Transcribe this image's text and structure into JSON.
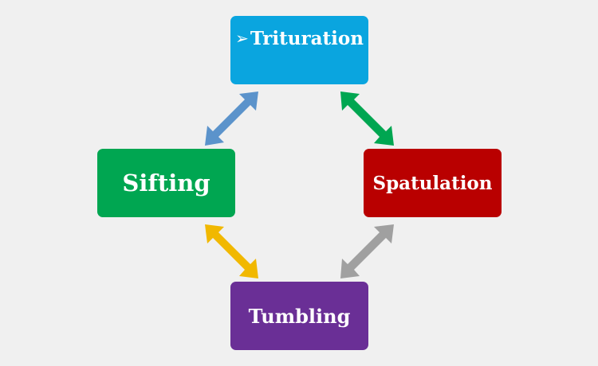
{
  "nodes": {
    "trituration": {
      "label": "Trituration",
      "bullet": "➢"
    },
    "sifting": {
      "label": "Sifting"
    },
    "spatulation": {
      "label": "Spatulation"
    },
    "tumbling": {
      "label": "Tumbling"
    }
  },
  "colors": {
    "trituration": "#0aa5df",
    "sifting": "#00a651",
    "spatulation": "#b90000",
    "tumbling": "#6a2f96",
    "arrow_trituration_sifting": "#5b93cb",
    "arrow_trituration_spatulation": "#00a651",
    "arrow_sifting_tumbling": "#f1b800",
    "arrow_spatulation_tumbling": "#a0a0a0",
    "background": "#f0f0f0"
  }
}
